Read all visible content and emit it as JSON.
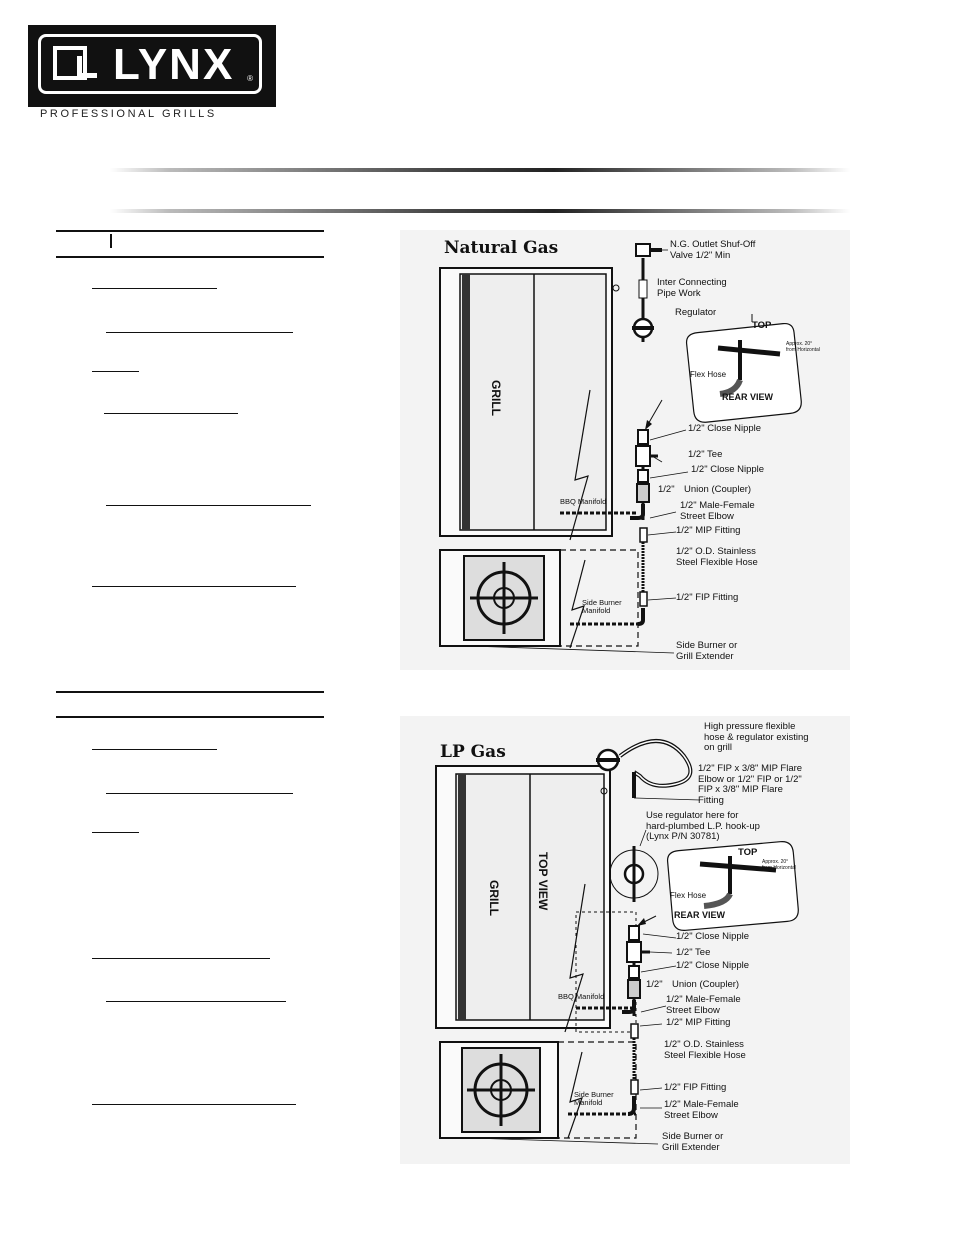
{
  "brand": {
    "logo_text": "LYNX",
    "logo_mark": "square-l-logo-icon",
    "tagline": "PROFESSIONAL GRILLS"
  },
  "natural_gas": {
    "title": "Natural Gas",
    "grill_label": "GRILL",
    "labels": {
      "outlet_valve": "N.G. Outlet Shuf-Off\nValve 1/2\" Min",
      "pipe_work": "Inter Connecting\nPipe Work",
      "regulator": "Regulator",
      "top": "TOP",
      "approx": "Approx. 20°\nfrom Horizontal",
      "flex_hose": "Flex Hose",
      "rear_view": "REAR VIEW",
      "close_nipple_1": "1/2\" Close Nipple",
      "tee": "1/2\" Tee",
      "close_nipple_2": "1/2\" Close Nipple",
      "union_size": "1/2\"",
      "union": "Union (Coupler)",
      "elbow": "1/2\" Male-Female\nStreet Elbow",
      "bbq_manifold": "BBQ Manifold",
      "mip": "1/2\" MIP Fitting",
      "ss_hose": "1/2\" O.D. Stainless\nSteel Flexible Hose",
      "fip": "1/2\" FIP Fitting",
      "side_manifold": "Side Burner\nManifold",
      "extender": "Side Burner or\nGrill Extender"
    }
  },
  "lp_gas": {
    "title": "LP Gas",
    "grill_label": "GRILL",
    "top_view_label": "TOP VIEW",
    "labels": {
      "hp_hose": "High pressure flexible\nhose & regulator existing\non grill",
      "flare": "1/2\" FIP x 3/8\" MIP Flare\nElbow or 1/2\" FIP or 1/2\"\nFIP x 3/8\" MIP Flare\nFitting",
      "use_regulator": "Use regulator here for\nhard-plumbed L.P. hook-up\n(Lynx P/N 30781)",
      "top": "TOP",
      "approx": "Approx. 20°\nfrom Horizontal",
      "flex_hose": "Flex Hose",
      "rear_view": "REAR VIEW",
      "close_nipple_1": "1/2\" Close Nipple",
      "tee": "1/2\" Tee",
      "close_nipple_2": "1/2\" Close Nipple",
      "union_size": "1/2\"",
      "union": "Union (Coupler)",
      "elbow": "1/2\" Male-Female\nStreet Elbow",
      "bbq_manifold": "BBQ Manifold",
      "mip": "1/2\" MIP Fitting",
      "ss_hose": "1/2\" O.D. Stainless\nSteel Flexible Hose",
      "fip": "1/2\" FIP Fitting",
      "elbow_2": "1/2\" Male-Female\nStreet Elbow",
      "side_manifold": "Side Burner\nManifold",
      "extender": "Side Burner or\nGrill Extender"
    }
  }
}
